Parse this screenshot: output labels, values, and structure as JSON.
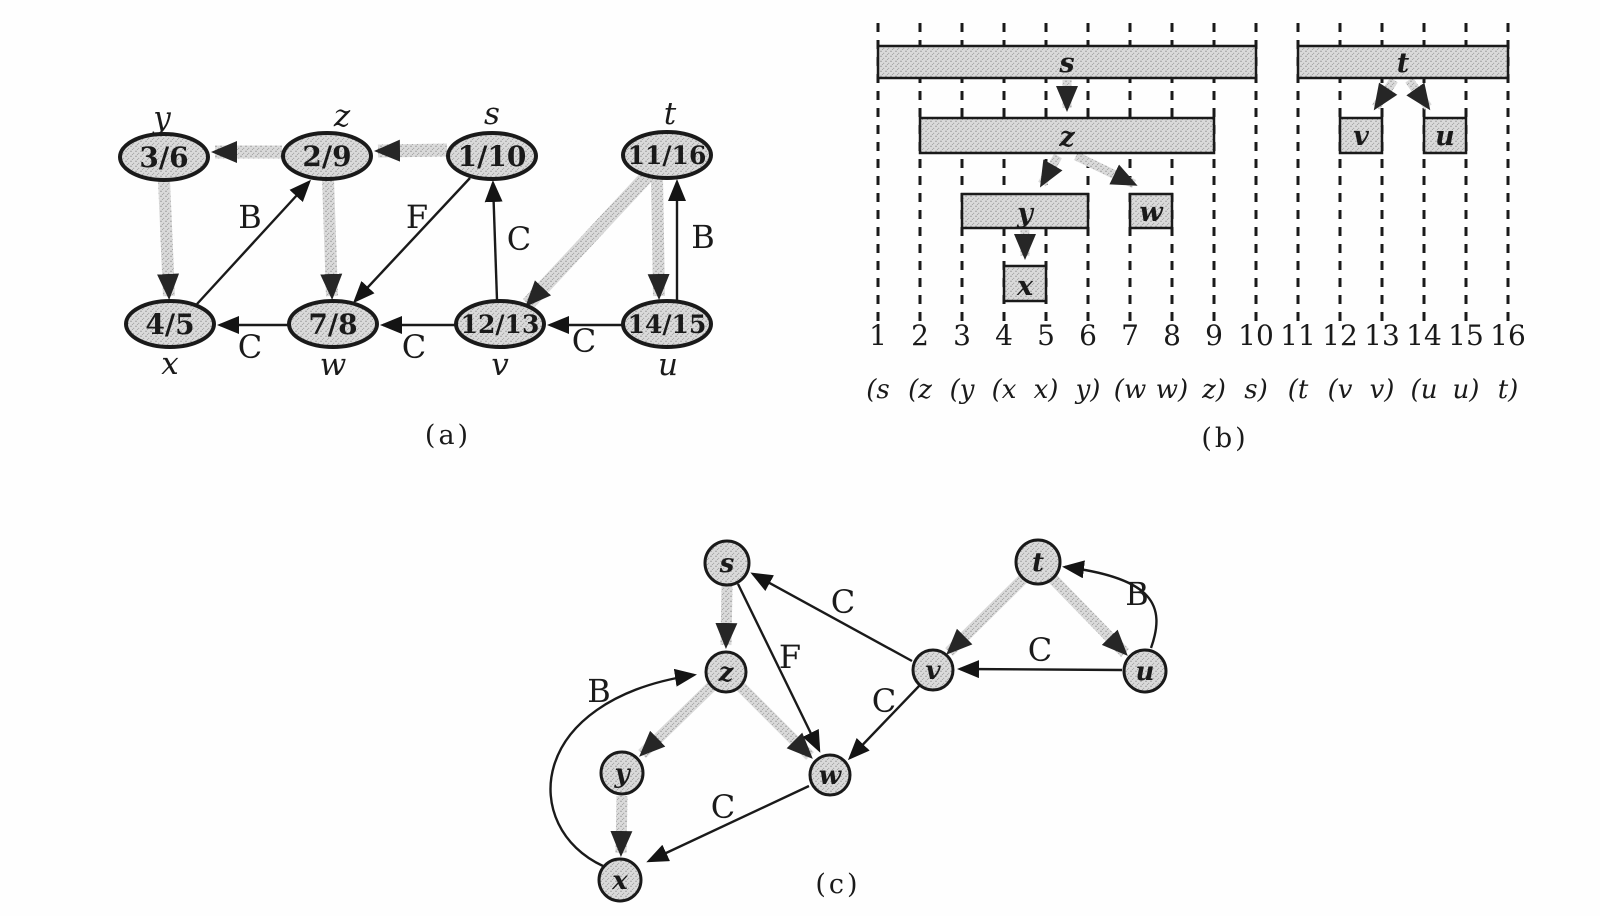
{
  "palette": {
    "background": "#fefefe",
    "ink": "#1a1a1a",
    "node_fill": "#dadada",
    "speckle": "#9b9b9b",
    "arrow_dark": "#262626"
  },
  "captions": {
    "a": "(a)",
    "b": "(b)",
    "c": "(c)"
  },
  "graph_a": {
    "nodes": [
      {
        "name": "y",
        "times": "3/6"
      },
      {
        "name": "z",
        "times": "2/9"
      },
      {
        "name": "s",
        "times": "1/10"
      },
      {
        "name": "t",
        "times": "11/16"
      },
      {
        "name": "x",
        "times": "4/5"
      },
      {
        "name": "w",
        "times": "7/8"
      },
      {
        "name": "v",
        "times": "12/13"
      },
      {
        "name": "u",
        "times": "14/15"
      }
    ],
    "edges": [
      {
        "from": "s",
        "to": "z",
        "kind": "tree",
        "label": ""
      },
      {
        "from": "z",
        "to": "y",
        "kind": "tree",
        "label": ""
      },
      {
        "from": "y",
        "to": "x",
        "kind": "tree",
        "label": ""
      },
      {
        "from": "z",
        "to": "w",
        "kind": "tree",
        "label": ""
      },
      {
        "from": "t",
        "to": "v",
        "kind": "tree",
        "label": ""
      },
      {
        "from": "t",
        "to": "u",
        "kind": "tree",
        "label": ""
      },
      {
        "from": "x",
        "to": "z",
        "kind": "back",
        "label": "B"
      },
      {
        "from": "s",
        "to": "w",
        "kind": "forward",
        "label": "F"
      },
      {
        "from": "w",
        "to": "x",
        "kind": "cross",
        "label": "C"
      },
      {
        "from": "v",
        "to": "s",
        "kind": "cross",
        "label": "C"
      },
      {
        "from": "v",
        "to": "w",
        "kind": "cross",
        "label": "C"
      },
      {
        "from": "u",
        "to": "v",
        "kind": "cross",
        "label": "C"
      },
      {
        "from": "u",
        "to": "t",
        "kind": "back",
        "label": "B"
      }
    ]
  },
  "timeline_b": {
    "ticks": [
      "1",
      "2",
      "3",
      "4",
      "5",
      "6",
      "7",
      "8",
      "9",
      "10",
      "11",
      "12",
      "13",
      "14",
      "15",
      "16"
    ],
    "tokens": [
      "(s",
      "(z",
      "(y",
      "(x",
      "x)",
      "y)",
      "(w",
      "w)",
      "z)",
      "s)",
      "(t",
      "(v",
      "v)",
      "(u",
      "u)",
      "t)"
    ],
    "bars": [
      {
        "label": "s",
        "start": 1,
        "finish": 10
      },
      {
        "label": "z",
        "start": 2,
        "finish": 9
      },
      {
        "label": "y",
        "start": 3,
        "finish": 6
      },
      {
        "label": "x",
        "start": 4,
        "finish": 5
      },
      {
        "label": "w",
        "start": 7,
        "finish": 8
      },
      {
        "label": "t",
        "start": 11,
        "finish": 16
      },
      {
        "label": "v",
        "start": 12,
        "finish": 13
      },
      {
        "label": "u",
        "start": 14,
        "finish": 15
      }
    ],
    "tree_arrows": [
      {
        "from": "s",
        "to": "z"
      },
      {
        "from": "z",
        "to": "y"
      },
      {
        "from": "z",
        "to": "w"
      },
      {
        "from": "y",
        "to": "x"
      },
      {
        "from": "t",
        "to": "v"
      },
      {
        "from": "t",
        "to": "u"
      }
    ]
  },
  "graph_c": {
    "nodes": [
      "s",
      "z",
      "y",
      "x",
      "w",
      "v",
      "t",
      "u"
    ],
    "edges": [
      {
        "from": "s",
        "to": "z",
        "kind": "tree",
        "label": ""
      },
      {
        "from": "z",
        "to": "y",
        "kind": "tree",
        "label": ""
      },
      {
        "from": "y",
        "to": "x",
        "kind": "tree",
        "label": ""
      },
      {
        "from": "z",
        "to": "w",
        "kind": "tree",
        "label": ""
      },
      {
        "from": "t",
        "to": "v",
        "kind": "tree",
        "label": ""
      },
      {
        "from": "t",
        "to": "u",
        "kind": "tree",
        "label": ""
      },
      {
        "from": "x",
        "to": "z",
        "kind": "back",
        "label": "B"
      },
      {
        "from": "u",
        "to": "t",
        "kind": "back",
        "label": "B"
      },
      {
        "from": "s",
        "to": "w",
        "kind": "forward",
        "label": "F"
      },
      {
        "from": "v",
        "to": "s",
        "kind": "cross",
        "label": "C"
      },
      {
        "from": "v",
        "to": "w",
        "kind": "cross",
        "label": "C"
      },
      {
        "from": "w",
        "to": "x",
        "kind": "cross",
        "label": "C"
      },
      {
        "from": "u",
        "to": "v",
        "kind": "cross",
        "label": "C"
      }
    ]
  }
}
